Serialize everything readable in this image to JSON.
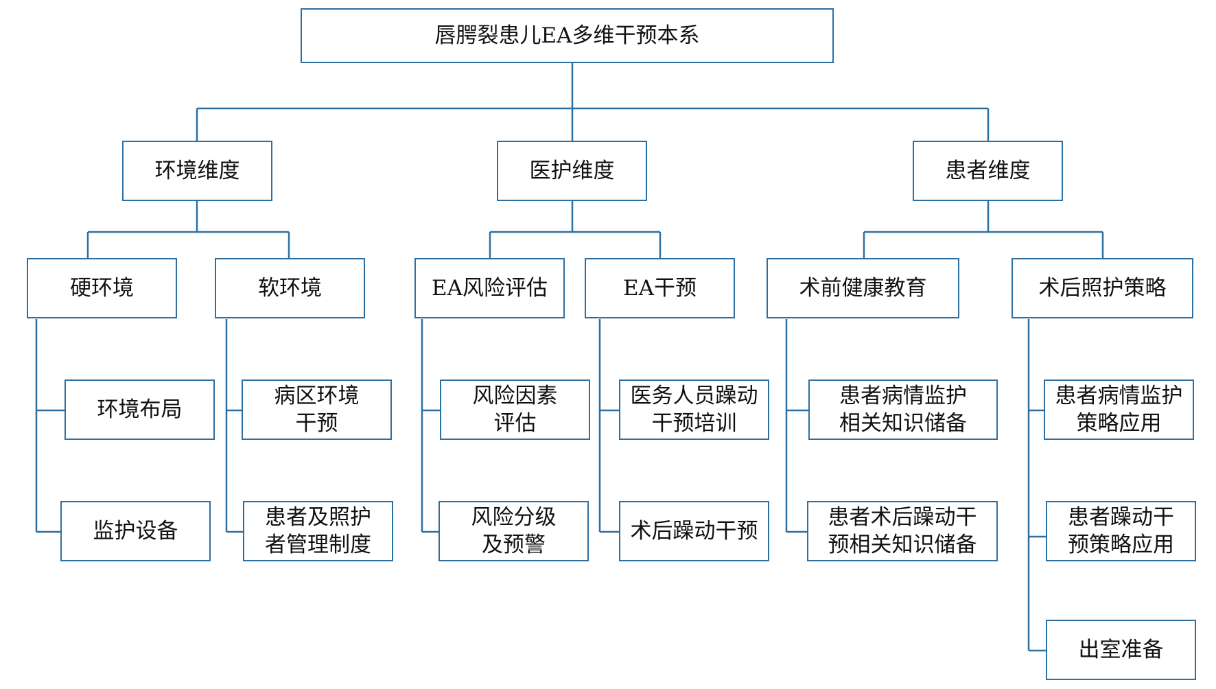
{
  "diagram": {
    "title": "唇腭裂患儿EA多维干预本系",
    "line_color": "#2e6fa2",
    "dimensions": {
      "environment": {
        "label": "环境维度",
        "hard": {
          "label": "硬环境",
          "items": [
            "环境布局",
            "监护设备"
          ]
        },
        "soft": {
          "label": "软环境",
          "items": [
            "病区环境\n干预",
            "患者及照护\n者管理制度"
          ]
        }
      },
      "medical": {
        "label": "医护维度",
        "risk": {
          "label": "EA风险评估",
          "items": [
            "风险因素\n评估",
            "风险分级\n及预警"
          ]
        },
        "intervention": {
          "label": "EA干预",
          "items": [
            "医务人员躁动\n干预培训",
            "术后躁动干预"
          ]
        }
      },
      "patient": {
        "label": "患者维度",
        "preop": {
          "label": "术前健康教育",
          "items": [
            "患者病情监护\n相关知识储备",
            "患者术后躁动干\n预相关知识储备"
          ]
        },
        "postop": {
          "label": "术后照护策略",
          "items": [
            "患者病情监护\n策略应用",
            "患者躁动干\n预策略应用",
            "出室准备"
          ]
        }
      }
    }
  }
}
